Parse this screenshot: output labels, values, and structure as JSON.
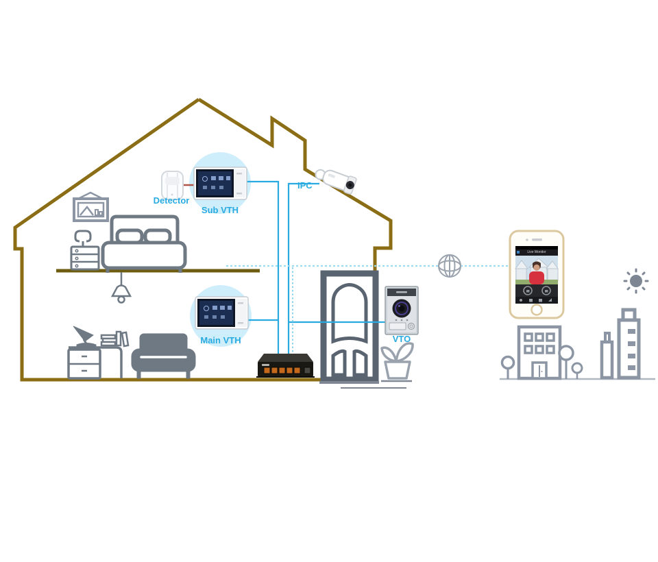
{
  "diagram": {
    "labels": {
      "detector": "Detector",
      "sub_vth": "Sub VTH",
      "ipc": "IPC",
      "main_vth": "Main VTH",
      "vto": "VTO"
    },
    "phone": {
      "app_title": "Live Monitor"
    },
    "colors": {
      "house_outline": "#8a6d15",
      "floor_line": "#6e5c10",
      "furniture_gray": "#6e7984",
      "door_gray": "#596470",
      "city_gray": "#8b95a3",
      "wire_solid_blue": "#29abe2",
      "wire_dashed_cyan": "#9bdcf5",
      "wire_detector_red": "#b05548",
      "label_blue": "#29abe2",
      "device_halo_blue": "#cfeefb",
      "monitor_screen_navy": "#1c2d52",
      "switch_port_orange": "#c4681c",
      "phone_frame_gold": "#dcc89e",
      "woman_shirt_red": "#d6313e"
    },
    "icons": [
      "globe-icon",
      "sun-icon",
      "bullet-camera-icon",
      "pir-detector-icon",
      "door-icon",
      "plant-icon",
      "network-switch-icon",
      "smartphone-icon",
      "office-building-icon",
      "tree-icon",
      "skyscraper-icon",
      "bed-icon",
      "sofa-icon",
      "desk-icon",
      "picture-frame-icon"
    ]
  }
}
